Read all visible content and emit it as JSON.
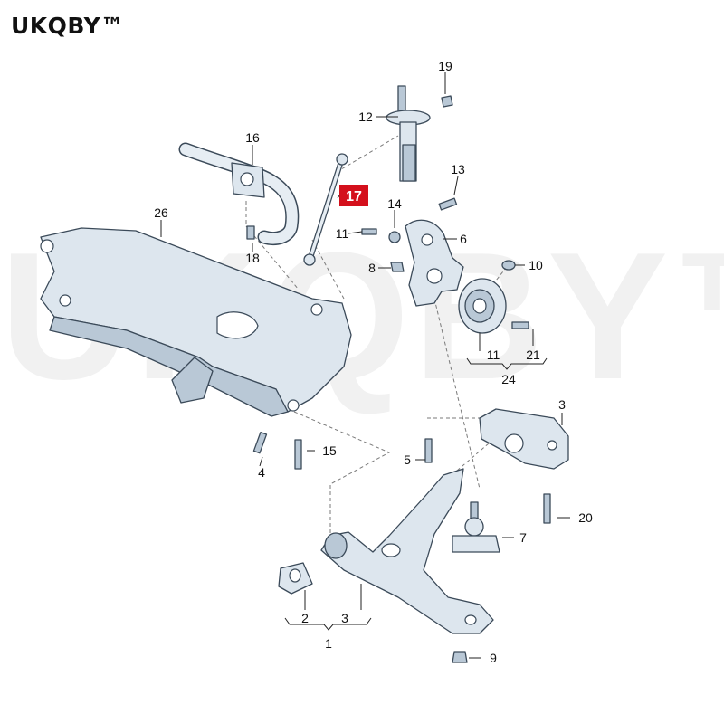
{
  "brand": {
    "text": "UKQBY™"
  },
  "watermark": {
    "text": "UKQBY™"
  },
  "highlight": {
    "label": "17",
    "color": "#d4101c"
  },
  "callouts": {
    "c1": "1",
    "c2": "2",
    "c3": "3",
    "c3b": "3",
    "c4": "4",
    "c5": "5",
    "c6": "6",
    "c7": "7",
    "c8": "8",
    "c9": "9",
    "c10": "10",
    "c11": "11",
    "c11b": "11",
    "c12": "12",
    "c13": "13",
    "c14": "14",
    "c15": "15",
    "c16": "16",
    "c18": "18",
    "c19": "19",
    "c20": "20",
    "c21": "21",
    "c24": "24",
    "c26": "26"
  }
}
